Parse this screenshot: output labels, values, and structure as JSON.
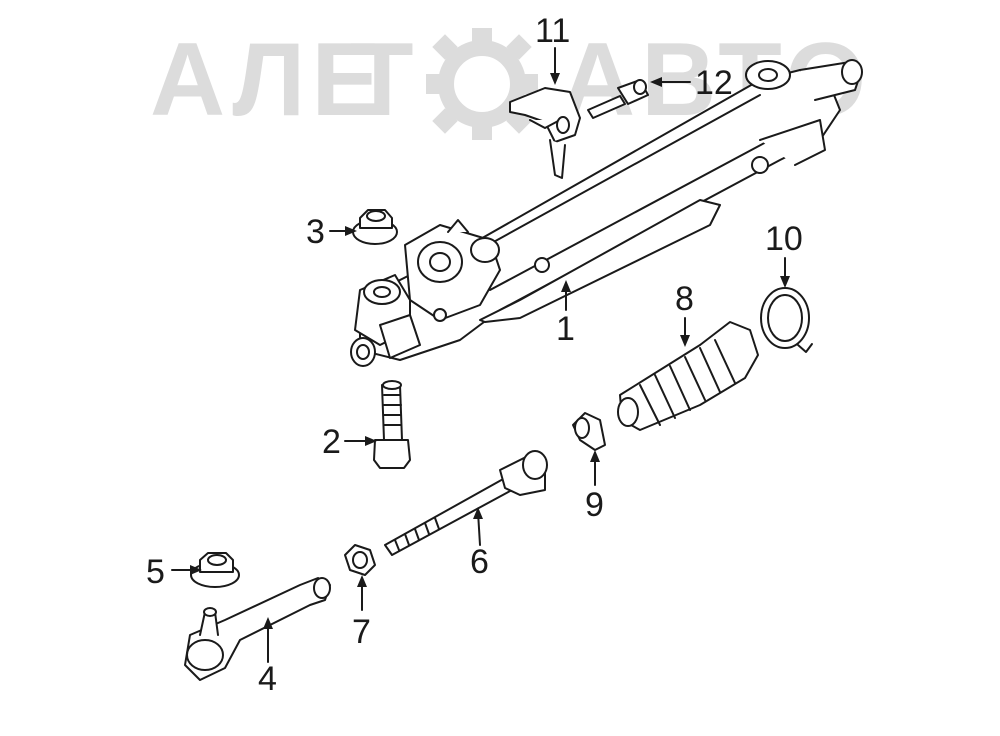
{
  "watermark": {
    "left_text": "АЛЕ",
    "mid_text": "Т",
    "right_text": "АВТО",
    "color": "#dcdcdc"
  },
  "callouts": [
    {
      "id": "1",
      "label": "1"
    },
    {
      "id": "2",
      "label": "2"
    },
    {
      "id": "3",
      "label": "3"
    },
    {
      "id": "4",
      "label": "4"
    },
    {
      "id": "5",
      "label": "5"
    },
    {
      "id": "6",
      "label": "6"
    },
    {
      "id": "7",
      "label": "7"
    },
    {
      "id": "8",
      "label": "8"
    },
    {
      "id": "9",
      "label": "9"
    },
    {
      "id": "10",
      "label": "10"
    },
    {
      "id": "11",
      "label": "11"
    },
    {
      "id": "12",
      "label": "12"
    }
  ],
  "line_color": "#1a1a1a"
}
